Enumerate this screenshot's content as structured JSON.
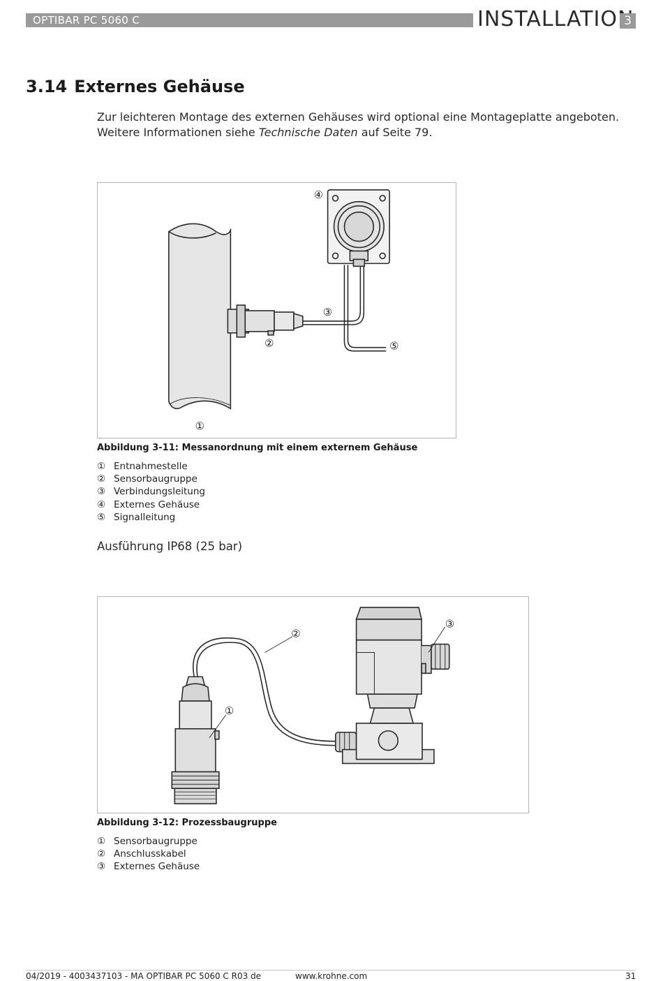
{
  "header": {
    "product": "OPTIBAR PC 5060 C",
    "section": "INSTALLATION",
    "section_number": "3"
  },
  "section": {
    "number": "3.14",
    "title": "Externes Gehäuse"
  },
  "intro": {
    "line1": "Zur leichteren Montage des externen Gehäuses wird optional eine Montageplatte angeboten.",
    "line2_prefix": "Weitere Informationen siehe",
    "line2_link": "Technische Daten",
    "line2_suffix": "auf Seite 79."
  },
  "figure1": {
    "callouts": [
      "①",
      "②",
      "③",
      "④",
      "⑤"
    ],
    "caption": "Abbildung 3-11: Messanordnung mit einem externem Gehäuse",
    "legend": [
      {
        "mark": "①",
        "label": "Entnahmestelle"
      },
      {
        "mark": "②",
        "label": "Sensorbaugruppe"
      },
      {
        "mark": "③",
        "label": "Verbindungsleitung"
      },
      {
        "mark": "④",
        "label": "Externes Gehäuse"
      },
      {
        "mark": "⑤",
        "label": "Signalleitung"
      }
    ]
  },
  "subheading": "Ausführung IP68 (25 bar)",
  "figure2": {
    "callouts": [
      "①",
      "②",
      "③"
    ],
    "caption": "Abbildung 3-12: Prozessbaugruppe",
    "legend": [
      {
        "mark": "①",
        "label": "Sensorbaugruppe"
      },
      {
        "mark": "②",
        "label": "Anschlusskabel"
      },
      {
        "mark": "③",
        "label": "Externes Gehäuse"
      }
    ]
  },
  "footer": {
    "doc": "04/2019 - 4003437103 - MA OPTIBAR PC 5060 C R03 de",
    "url": "www.krohne.com",
    "page": "31"
  }
}
